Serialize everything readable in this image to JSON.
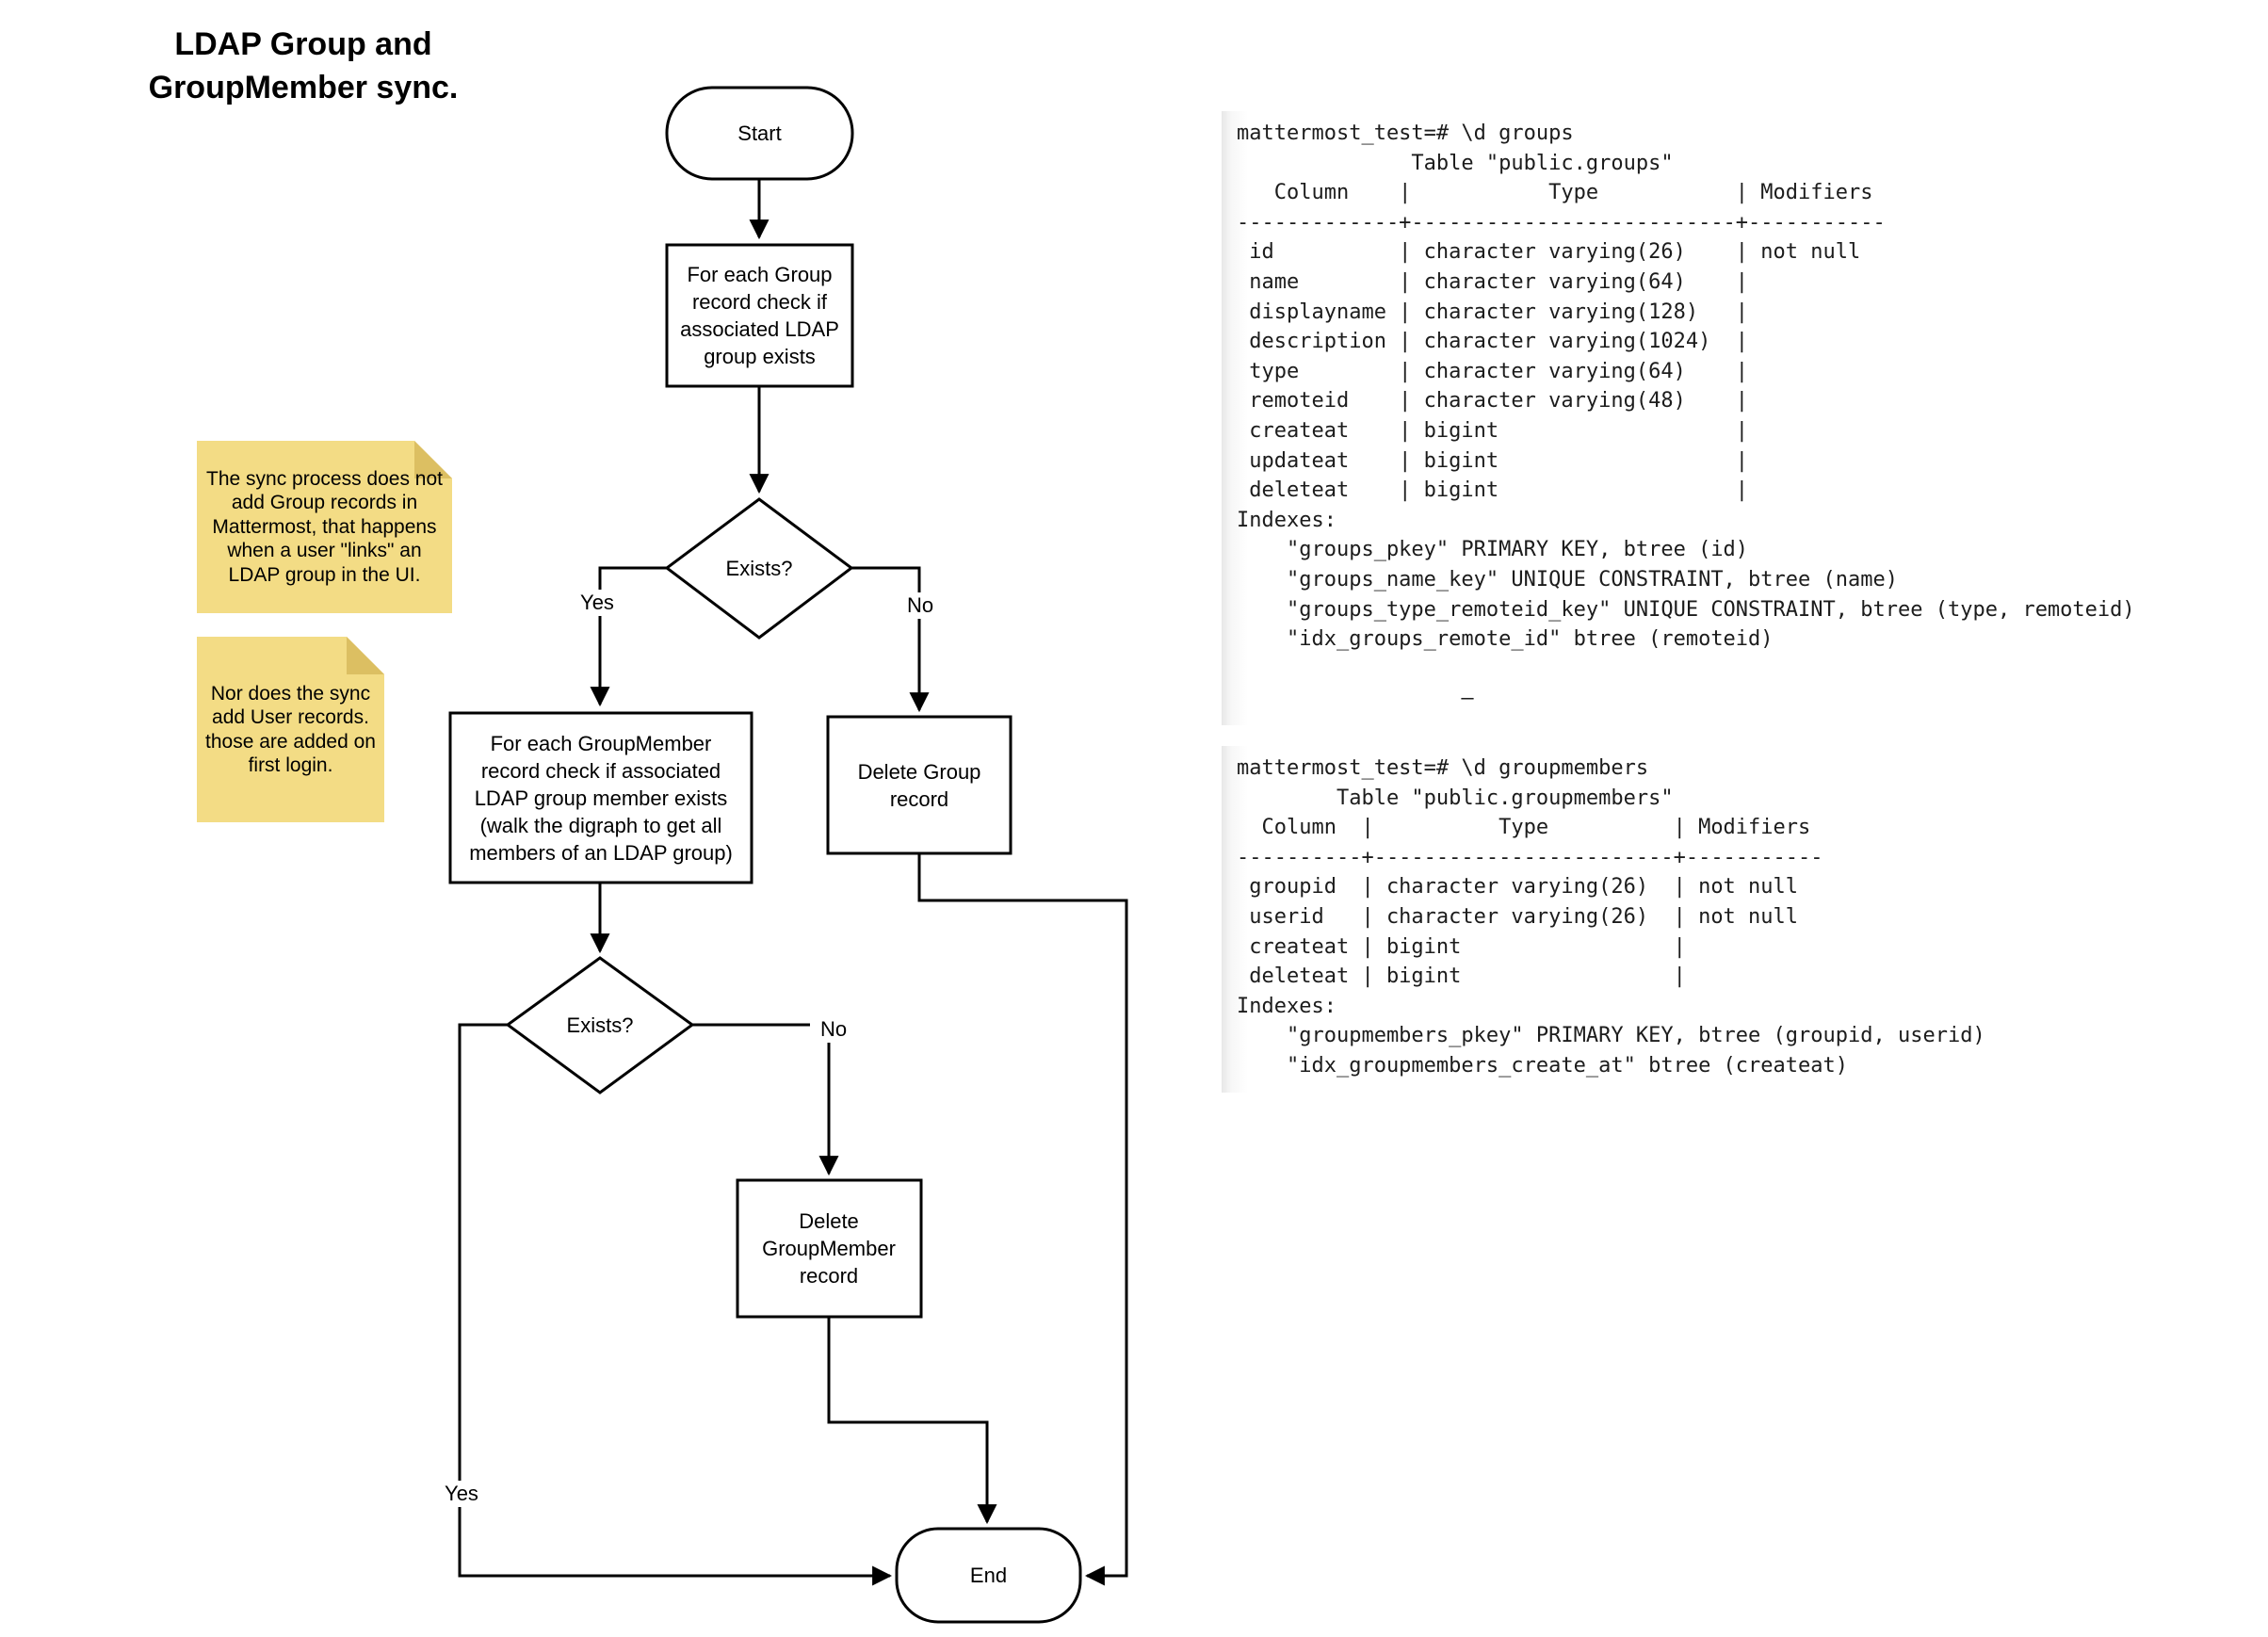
{
  "title": {
    "line1": "LDAP Group and",
    "line2": "GroupMember sync."
  },
  "flowchart": {
    "start_label": "Start",
    "step_check_group": "For each Group record check if associated LDAP group exists",
    "decision1_label": "Exists?",
    "decision1_yes": "Yes",
    "decision1_no": "No",
    "step_check_groupmember": "For each GroupMember record check if associated LDAP group member exists (walk the digraph to get all members of an LDAP group)",
    "step_delete_group": "Delete Group record",
    "decision2_label": "Exists?",
    "decision2_yes": "Yes",
    "decision2_no": "No",
    "step_delete_groupmember": "Delete GroupMember record",
    "end_label": "End"
  },
  "notes": {
    "note1": "The sync process does not add Group records in Mattermost, that happens when a user \"links\" an LDAP group in the UI.",
    "note2": "Nor does the sync add User records. those are added on first login."
  },
  "terminals": {
    "groups": [
      "mattermost_test=# \\d groups",
      "              Table \"public.groups\"",
      "   Column    |           Type           | Modifiers",
      "-------------+--------------------------+-----------",
      " id          | character varying(26)    | not null",
      " name        | character varying(64)    |",
      " displayname | character varying(128)   |",
      " description | character varying(1024)  |",
      " type        | character varying(64)    |",
      " remoteid    | character varying(48)    |",
      " createat    | bigint                   |",
      " updateat    | bigint                   |",
      " deleteat    | bigint                   |",
      "Indexes:",
      "    \"groups_pkey\" PRIMARY KEY, btree (id)",
      "    \"groups_name_key\" UNIQUE CONSTRAINT, btree (name)",
      "    \"groups_type_remoteid_key\" UNIQUE CONSTRAINT, btree (type, remoteid)",
      "    \"idx_groups_remote_id\" btree (remoteid)",
      "",
      "                  –"
    ],
    "groupmembers": [
      "mattermost_test=# \\d groupmembers",
      "        Table \"public.groupmembers\"",
      "  Column  |          Type          | Modifiers",
      "----------+------------------------+-----------",
      " groupid  | character varying(26)  | not null",
      " userid   | character varying(26)  | not null",
      " createat | bigint                 |",
      " deleteat | bigint                 |",
      "Indexes:",
      "    \"groupmembers_pkey\" PRIMARY KEY, btree (groupid, userid)",
      "    \"idx_groupmembers_create_at\" btree (createat)"
    ]
  },
  "colors": {
    "note_fill": "#F3DC85",
    "note_fold": "#DCBF62",
    "line": "#000000"
  }
}
